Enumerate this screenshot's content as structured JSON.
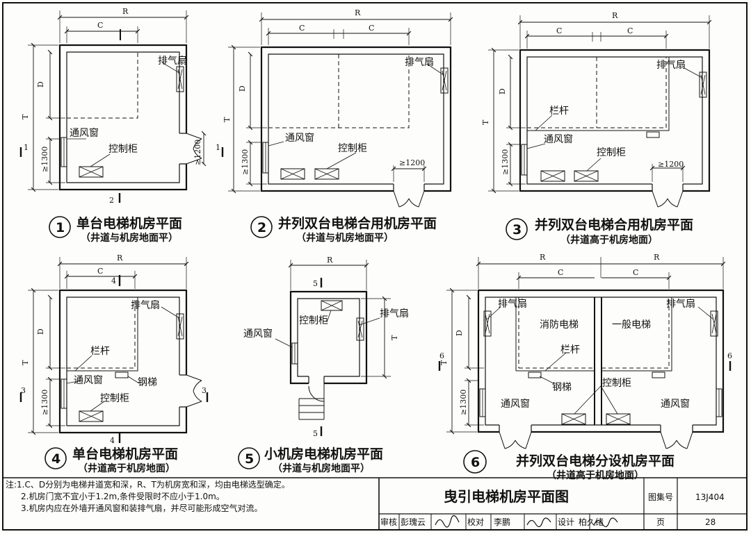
{
  "labels": {
    "R": "R",
    "C": "C",
    "D": "D",
    "T": "T",
    "ge1300": "≥1300",
    "ge1200": "≥1200",
    "fan": "排气扇",
    "vent": "通风窗",
    "control": "控制柜",
    "railing": "栏杆",
    "ladder": "钢梯",
    "fire_elevator": "消防电梯",
    "general_elevator": "一般电梯",
    "circle_nums": [
      "1",
      "2",
      "3",
      "4",
      "5",
      "6"
    ]
  },
  "section_marks": {
    "m1": "1",
    "m2": "2",
    "m3": "3",
    "m4": "4",
    "m5": "5",
    "m6": "6"
  },
  "plans": [
    {
      "num": "1",
      "title": "单台电梯机房平面",
      "subtitle": "（井道与机房地面平）"
    },
    {
      "num": "2",
      "title": "并列双台电梯合用机房平面",
      "subtitle": "（井道与机房地面平）"
    },
    {
      "num": "3",
      "title": "并列双台电梯合用机房平面",
      "subtitle": "（井道高于机房地面）"
    },
    {
      "num": "4",
      "title": "单台电梯机房平面",
      "subtitle": "（井道高于机房地面）"
    },
    {
      "num": "5",
      "title": "小机房电梯机房平面",
      "subtitle": "（井道与机房地面平）"
    },
    {
      "num": "6",
      "title": "并列双台电梯分设机房平面",
      "subtitle": "（井道高于机房地面）"
    }
  ],
  "notes": [
    "注:1.C、D分别为电梯井道宽和深，R、T为机房宽和深，均由电梯选型确定。",
    "2.机房门宽不宜小于1.2m,条件受限时不应小于1.0m。",
    "3.机房内应在外墙开通风窗和装排气扇，并尽可能形成空气对流。"
  ],
  "title_block": {
    "drawing_title": "曳引电梯机房平面图",
    "atlas_label": "图集号",
    "atlas_no": "13J404",
    "review_label": "审核",
    "reviewer": "彭瑰云",
    "check_label": "校对",
    "checker": "李鹏",
    "design_label": "设计",
    "designer": "柏久绪",
    "page_label": "页",
    "page_no": "28"
  }
}
